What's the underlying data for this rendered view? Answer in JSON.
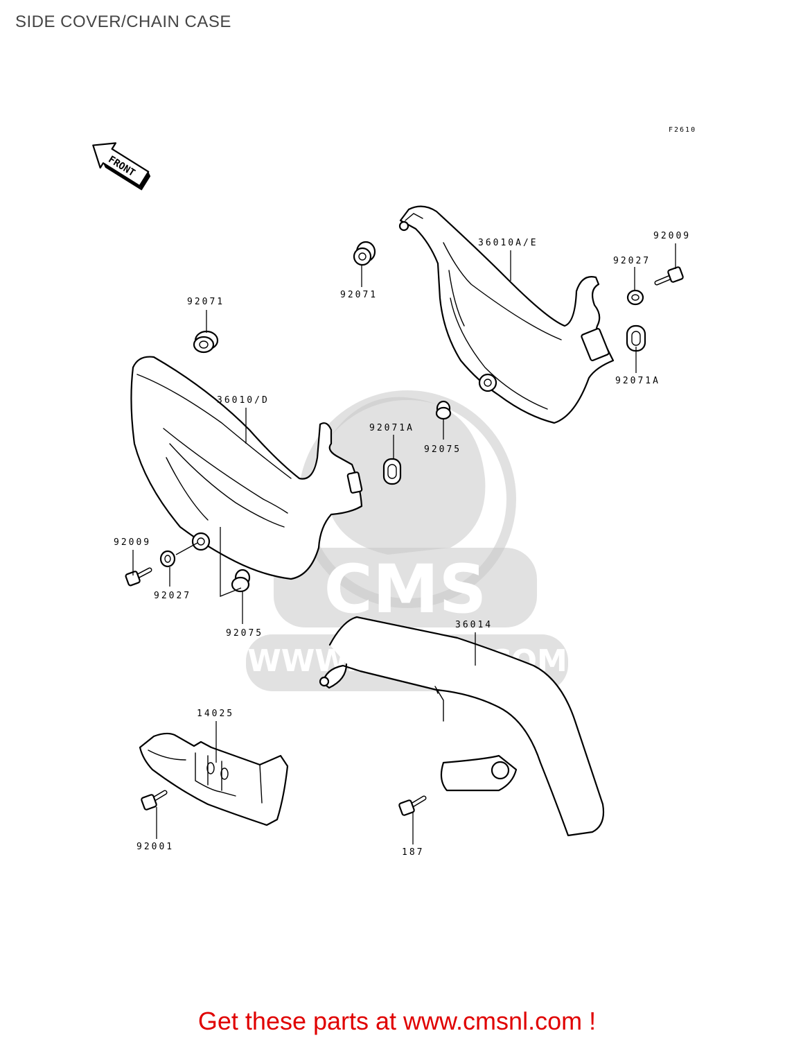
{
  "title": "SIDE COVER/CHAIN CASE",
  "figure_code": "F2610",
  "front_label": "FRONT",
  "watermark": {
    "brand": "CMS",
    "url": "WWW.CMSNL.COM"
  },
  "callouts": {
    "c36010ae": "36010A/E",
    "c92009_right": "92009",
    "c92027_right": "92027",
    "c92071_top_center": "92071",
    "c92071a_right": "92071A",
    "c92071_left": "92071",
    "c36010d": "36010/D",
    "c92071a_center": "92071A",
    "c92075_center": "92075",
    "c92009_left": "92009",
    "c92027_left": "92027",
    "c92075_left": "92075",
    "c36014": "36014",
    "c14025": "14025",
    "c92001": "92001",
    "c187": "187"
  },
  "footer_cta": "Get these parts at www.cmsnl.com !",
  "colors": {
    "cta": "#e00000",
    "title": "#444444",
    "watermark": "#c8c8c8"
  }
}
